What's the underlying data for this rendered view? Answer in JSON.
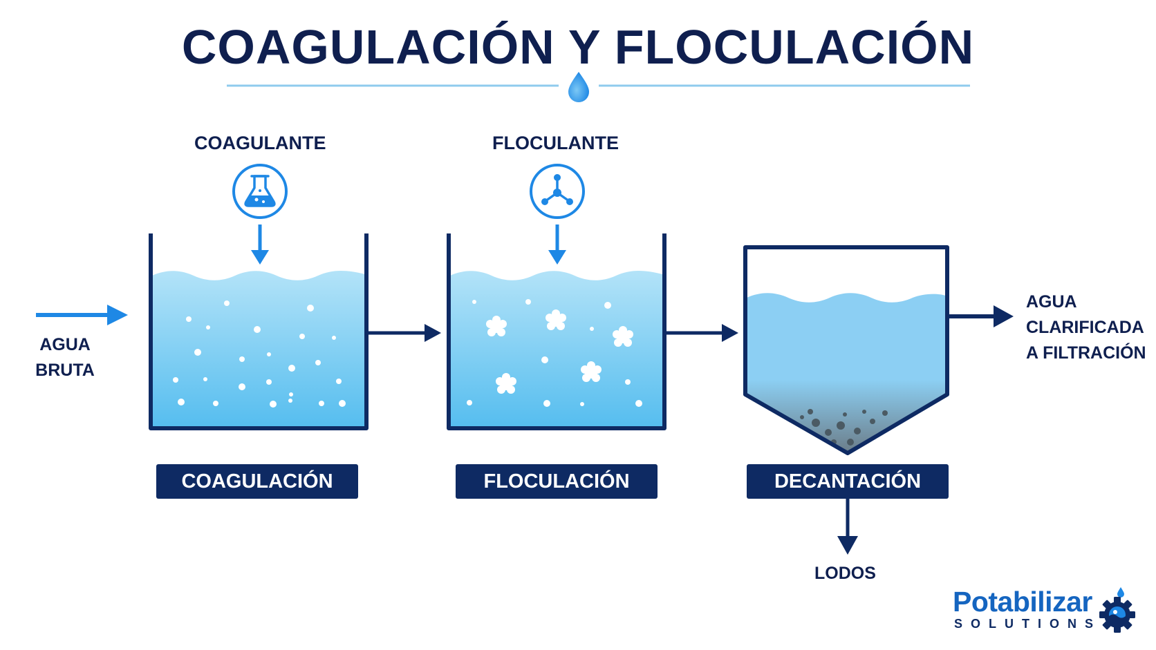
{
  "title": "COAGULACIÓN Y FLOCULACIÓN",
  "chemicals": {
    "coagulant": {
      "label": "COAGULANTE",
      "icon": "flask-icon"
    },
    "flocculant": {
      "label": "FLOCULANTE",
      "icon": "molecule-icon"
    }
  },
  "inlet": {
    "line1": "AGUA",
    "line2": "BRUTA"
  },
  "outlet": {
    "line1": "AGUA",
    "line2": "CLARIFICADA",
    "line3": "A FILTRACIÓN"
  },
  "stages": [
    {
      "label": "COAGULACIÓN"
    },
    {
      "label": "FLOCULACIÓN"
    },
    {
      "label": "DECANTACIÓN"
    }
  ],
  "sludge": {
    "label": "LODOS"
  },
  "logo": {
    "name": "Potabilizar",
    "tagline": "SOLUTIONS",
    "icon": "gear-droplet-icon"
  },
  "colors": {
    "navy": "#0f1f4f",
    "accent_blue": "#1e88e5",
    "water_light": "#a6dcf6",
    "water_dark": "#56bdf0"
  }
}
